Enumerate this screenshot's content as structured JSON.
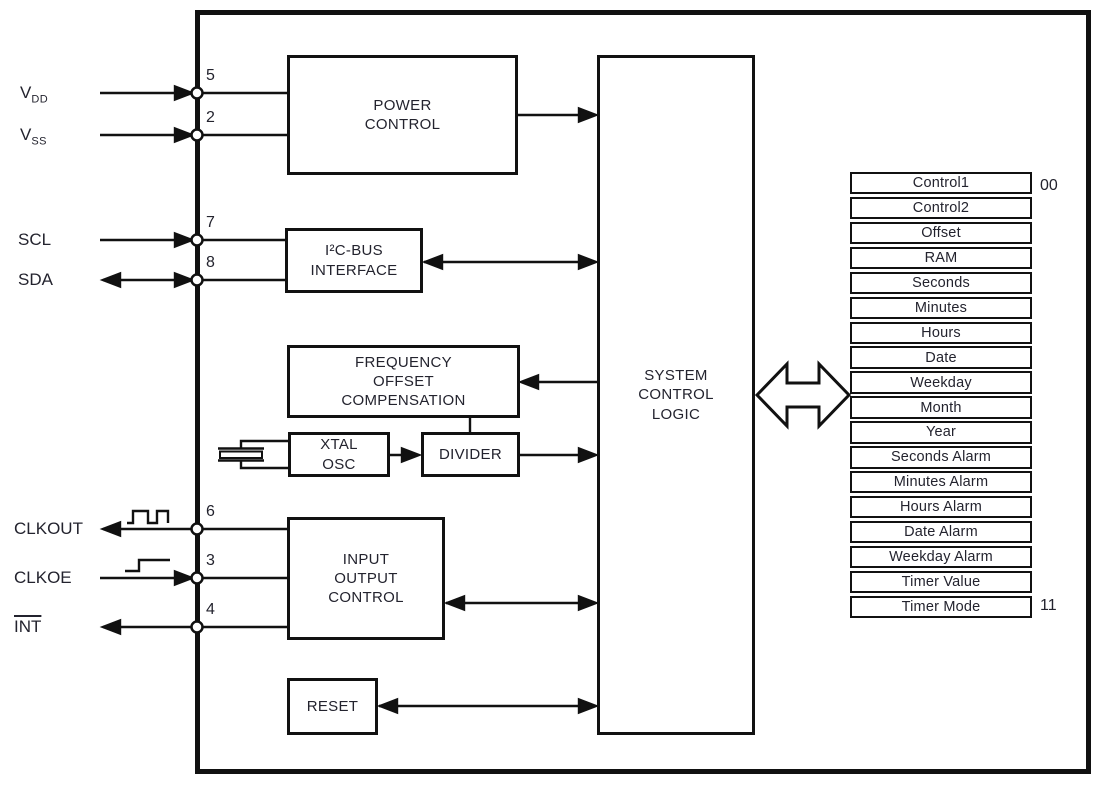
{
  "chip": {
    "blocks": {
      "power_control": "POWER\nCONTROL",
      "i2c_interface": "I²C-BUS\nINTERFACE",
      "freq_offset": "FREQUENCY\nOFFSET\nCOMPENSATION",
      "xtal_osc": "XTAL\nOSC",
      "divider": "DIVIDER",
      "system_control": "SYSTEM\nCONTROL\nLOGIC",
      "io_control": "INPUT\nOUTPUT\nCONTROL",
      "reset": "RESET"
    },
    "pins": {
      "vdd": {
        "base": "V",
        "sub": "DD",
        "number": "5"
      },
      "vss": {
        "base": "V",
        "sub": "SS",
        "number": "2"
      },
      "scl": {
        "label": "SCL",
        "number": "7"
      },
      "sda": {
        "label": "SDA",
        "number": "8"
      },
      "clkout": {
        "label": "CLKOUT",
        "number": "6"
      },
      "clkoe": {
        "label": "CLKOE",
        "number": "3"
      },
      "int": {
        "label": "INT",
        "number": "4"
      }
    },
    "registers": {
      "rows": [
        "Control1",
        "Control2",
        "Offset",
        "RAM",
        "Seconds",
        "Minutes",
        "Hours",
        "Date",
        "Weekday",
        "Month",
        "Year",
        "Seconds Alarm",
        "Minutes Alarm",
        "Hours Alarm",
        "Date Alarm",
        "Weekday Alarm",
        "Timer Value",
        "Timer Mode"
      ],
      "first_address": "00",
      "last_address": "11"
    },
    "colors": {
      "line": "#111111",
      "text": "#23232e",
      "background": "#ffffff"
    }
  }
}
